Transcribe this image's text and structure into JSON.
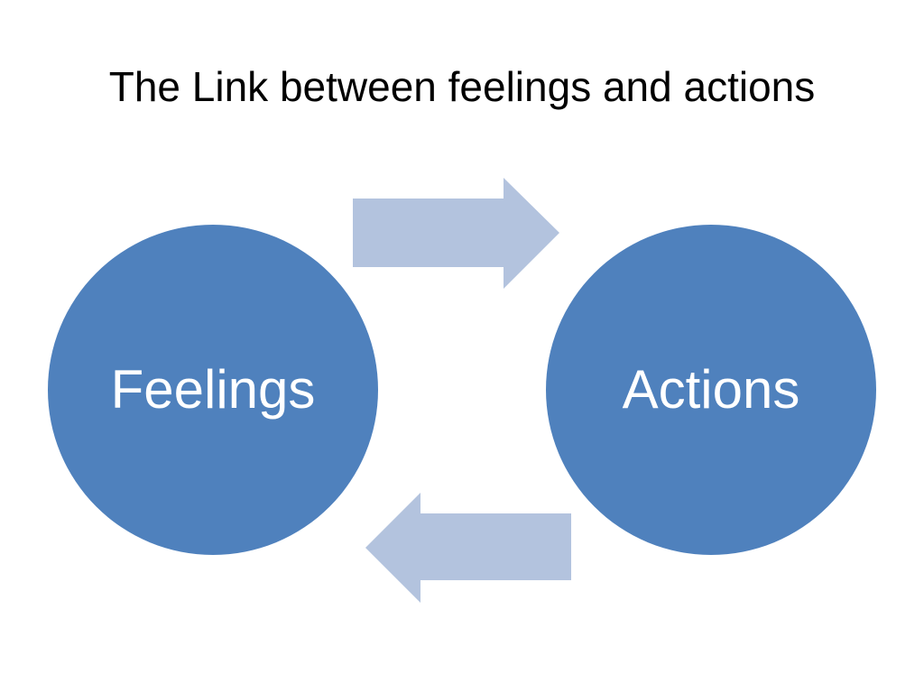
{
  "slide": {
    "title": "The Link between feelings and actions"
  },
  "diagram": {
    "nodes": [
      {
        "id": "feelings",
        "label": "Feelings"
      },
      {
        "id": "actions",
        "label": "Actions"
      }
    ],
    "edges": [
      {
        "from": "feelings",
        "to": "actions",
        "direction": "right"
      },
      {
        "from": "actions",
        "to": "feelings",
        "direction": "left"
      }
    ],
    "colors": {
      "node_fill": "#4F81BD",
      "arrow_fill": "#B3C3DE",
      "label_color": "#FFFFFF"
    }
  }
}
